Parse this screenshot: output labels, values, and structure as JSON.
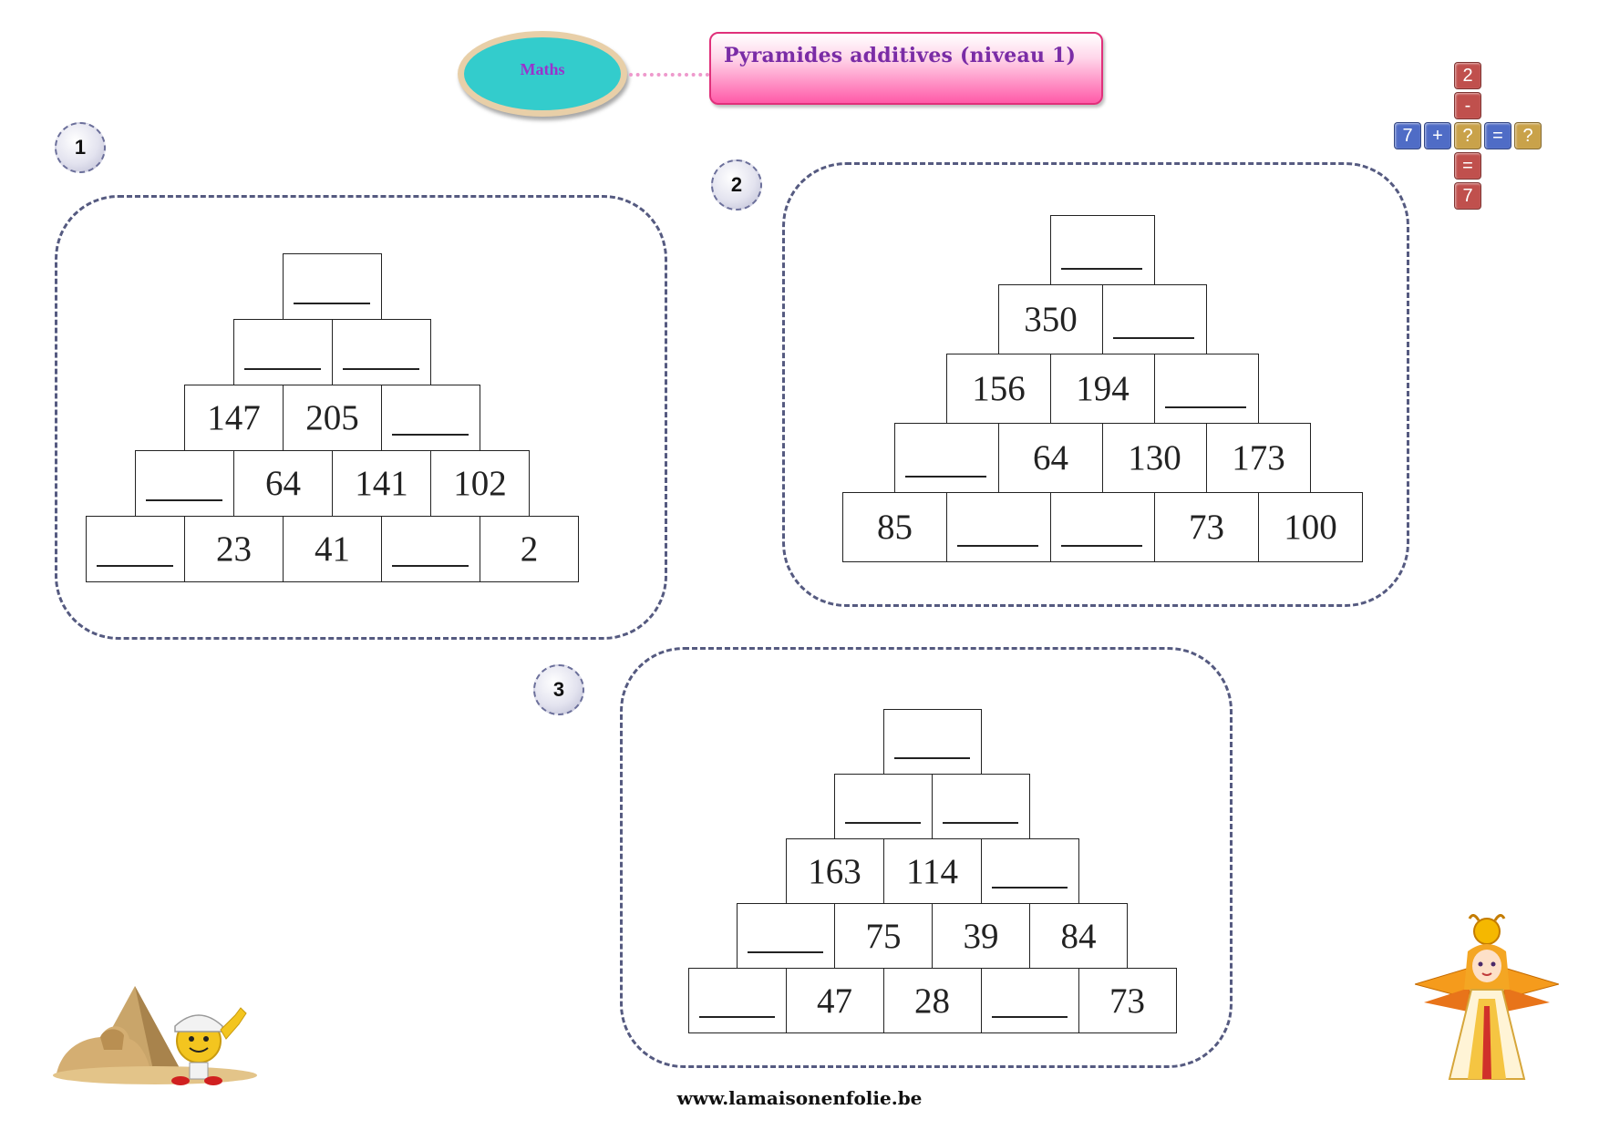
{
  "header": {
    "subject": "Maths",
    "title": "Pyramides additives (niveau 1)"
  },
  "colors": {
    "oval": "#33cccc",
    "title_text": "#7a2ca6",
    "title_box": "#ff5aa8",
    "panel_border": "#555a80"
  },
  "exercises": [
    {
      "number": "1",
      "rows": [
        [
          ""
        ],
        [
          "",
          ""
        ],
        [
          "147",
          "205",
          ""
        ],
        [
          "",
          "64",
          "141",
          "102"
        ],
        [
          "",
          "23",
          "41",
          "",
          "2"
        ]
      ]
    },
    {
      "number": "2",
      "rows": [
        [
          ""
        ],
        [
          "350",
          ""
        ],
        [
          "156",
          "194",
          ""
        ],
        [
          "",
          "64",
          "130",
          "173"
        ],
        [
          "85",
          "",
          "",
          "73",
          "100"
        ]
      ]
    },
    {
      "number": "3",
      "rows": [
        [
          ""
        ],
        [
          "",
          ""
        ],
        [
          "163",
          "114",
          ""
        ],
        [
          "",
          "75",
          "39",
          "84"
        ],
        [
          "",
          "47",
          "28",
          "",
          "73"
        ]
      ]
    }
  ],
  "math_puzzle_icon": {
    "tiles": [
      {
        "text": "2",
        "color": "#c0504d"
      },
      {
        "text": "-",
        "color": "#c0504d"
      },
      {
        "text": "7",
        "color": "#4f6cc6"
      },
      {
        "text": "+",
        "color": "#4f6cc6"
      },
      {
        "text": "?",
        "color": "#c9a24a"
      },
      {
        "text": "=",
        "color": "#4f6cc6"
      },
      {
        "text": "?",
        "color": "#c9a24a"
      },
      {
        "text": "=",
        "color": "#c0504d"
      },
      {
        "text": "7",
        "color": "#c0504d"
      }
    ]
  },
  "decorations": {
    "left": "sphinx-pyramid-explorer-illustration",
    "right": "egyptian-queen-illustration"
  },
  "footer": {
    "url": "www.lamaisonenfolie.be"
  }
}
